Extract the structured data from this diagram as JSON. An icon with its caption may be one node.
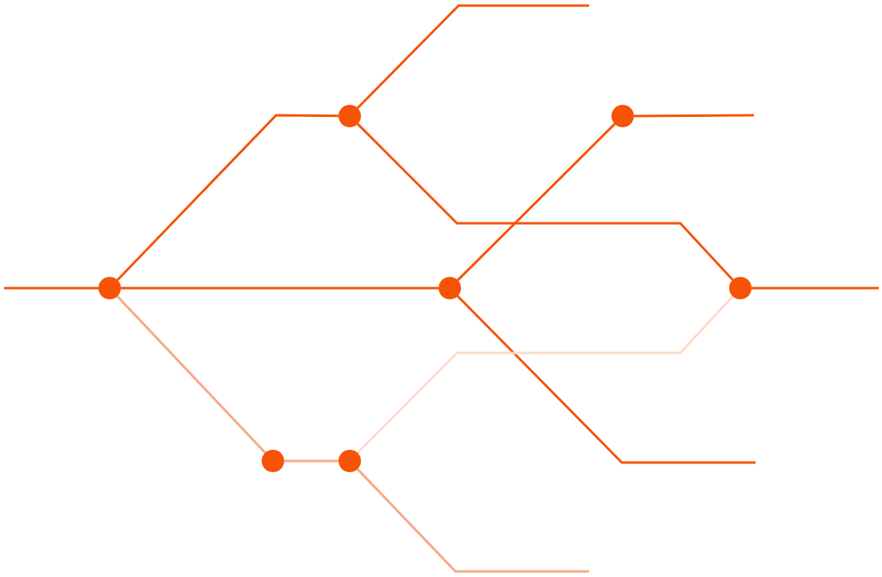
{
  "diagram": {
    "nodes": [
      {
        "text": [],
        "shape": "circle"
      },
      {
        "text": [],
        "shape": "circle"
      },
      {
        "text": [],
        "shape": "circle"
      },
      {
        "text": [],
        "shape": "circle"
      },
      {
        "text": [],
        "shape": "circle"
      },
      {
        "text": [],
        "shape": "circle"
      },
      {
        "text": [],
        "shape": "circle"
      }
    ],
    "edges": [
      {
        "from": null,
        "to": 0,
        "arrow": "none"
      },
      {
        "from": 0,
        "to": 2,
        "arrow": "none"
      },
      {
        "from": 2,
        "to": null,
        "arrow": "none"
      },
      {
        "from": 2,
        "to": 6,
        "arrow": "none"
      },
      {
        "from": 0,
        "to": 4,
        "arrow": "none"
      },
      {
        "from": 4,
        "to": 5,
        "arrow": "none"
      },
      {
        "from": 5,
        "to": null,
        "arrow": "none"
      },
      {
        "from": 4,
        "to": null,
        "arrow": "none"
      },
      {
        "from": 6,
        "to": null,
        "arrow": "none"
      },
      {
        "from": 0,
        "to": 1,
        "arrow": "none",
        "color": "#f7a885"
      },
      {
        "from": 1,
        "to": 3,
        "arrow": "none",
        "color": "#f7a885"
      },
      {
        "from": 3,
        "to": 6,
        "arrow": "none",
        "color": "#fbdccb"
      },
      {
        "from": 3,
        "to": null,
        "arrow": "none",
        "color": "#f7a885"
      }
    ]
  }
}
